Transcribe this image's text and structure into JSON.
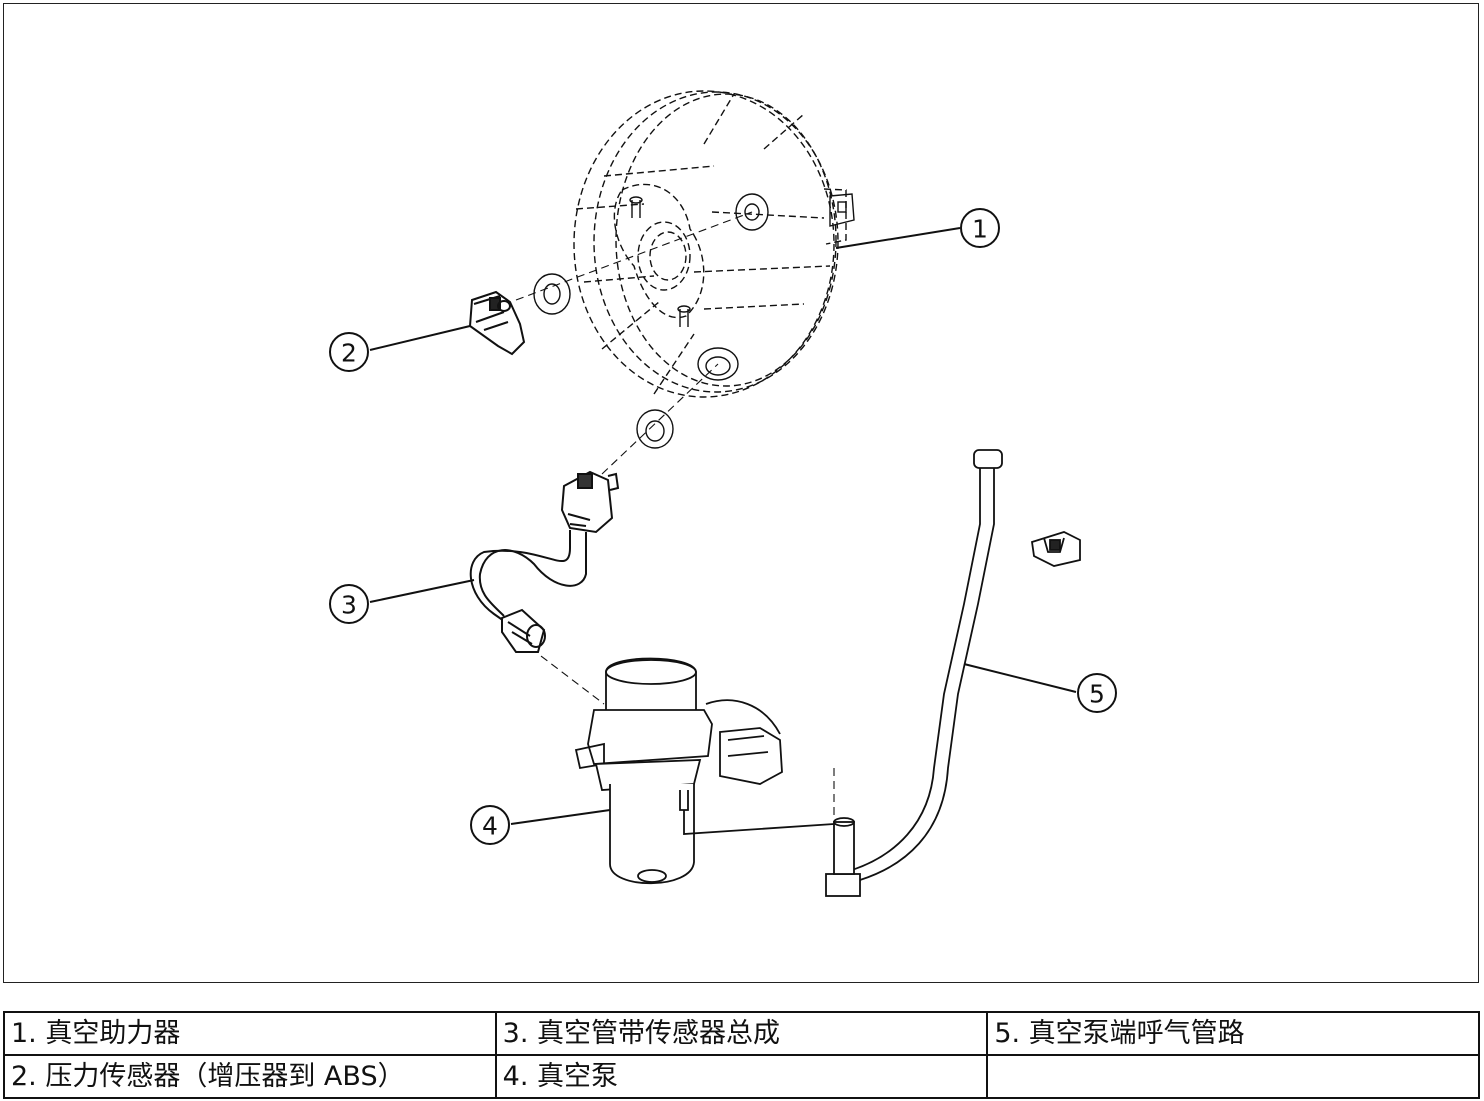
{
  "callouts": [
    "1",
    "2",
    "3",
    "4",
    "5"
  ],
  "legend": {
    "rows": [
      [
        "1. 真空助力器",
        "3. 真空管带传感器总成",
        "5. 真空泵端呼气管路"
      ],
      [
        "2. 压力传感器（增压器到 ABS）",
        "4. 真空泵",
        ""
      ]
    ]
  }
}
